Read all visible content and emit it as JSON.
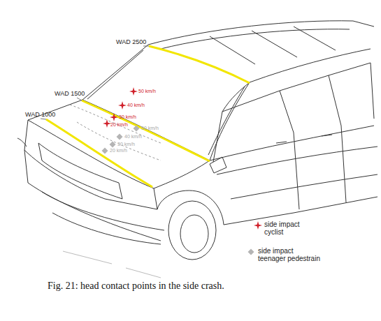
{
  "diagram": {
    "caption": "Fig. 21: head contact points in the side crash.",
    "labels": [
      "WAD 2500",
      "WAD 1500",
      "WAD 1000",
      "50 km/h",
      "40 km/h",
      "30 km/h",
      "20 km/h",
      "50 km/h",
      "40 km/h",
      "30 km/h",
      "20 km/h"
    ],
    "legend": [
      {
        "text": "side impact cyclist"
      },
      {
        "text": "side impact teenager pedestrain"
      }
    ]
  }
}
